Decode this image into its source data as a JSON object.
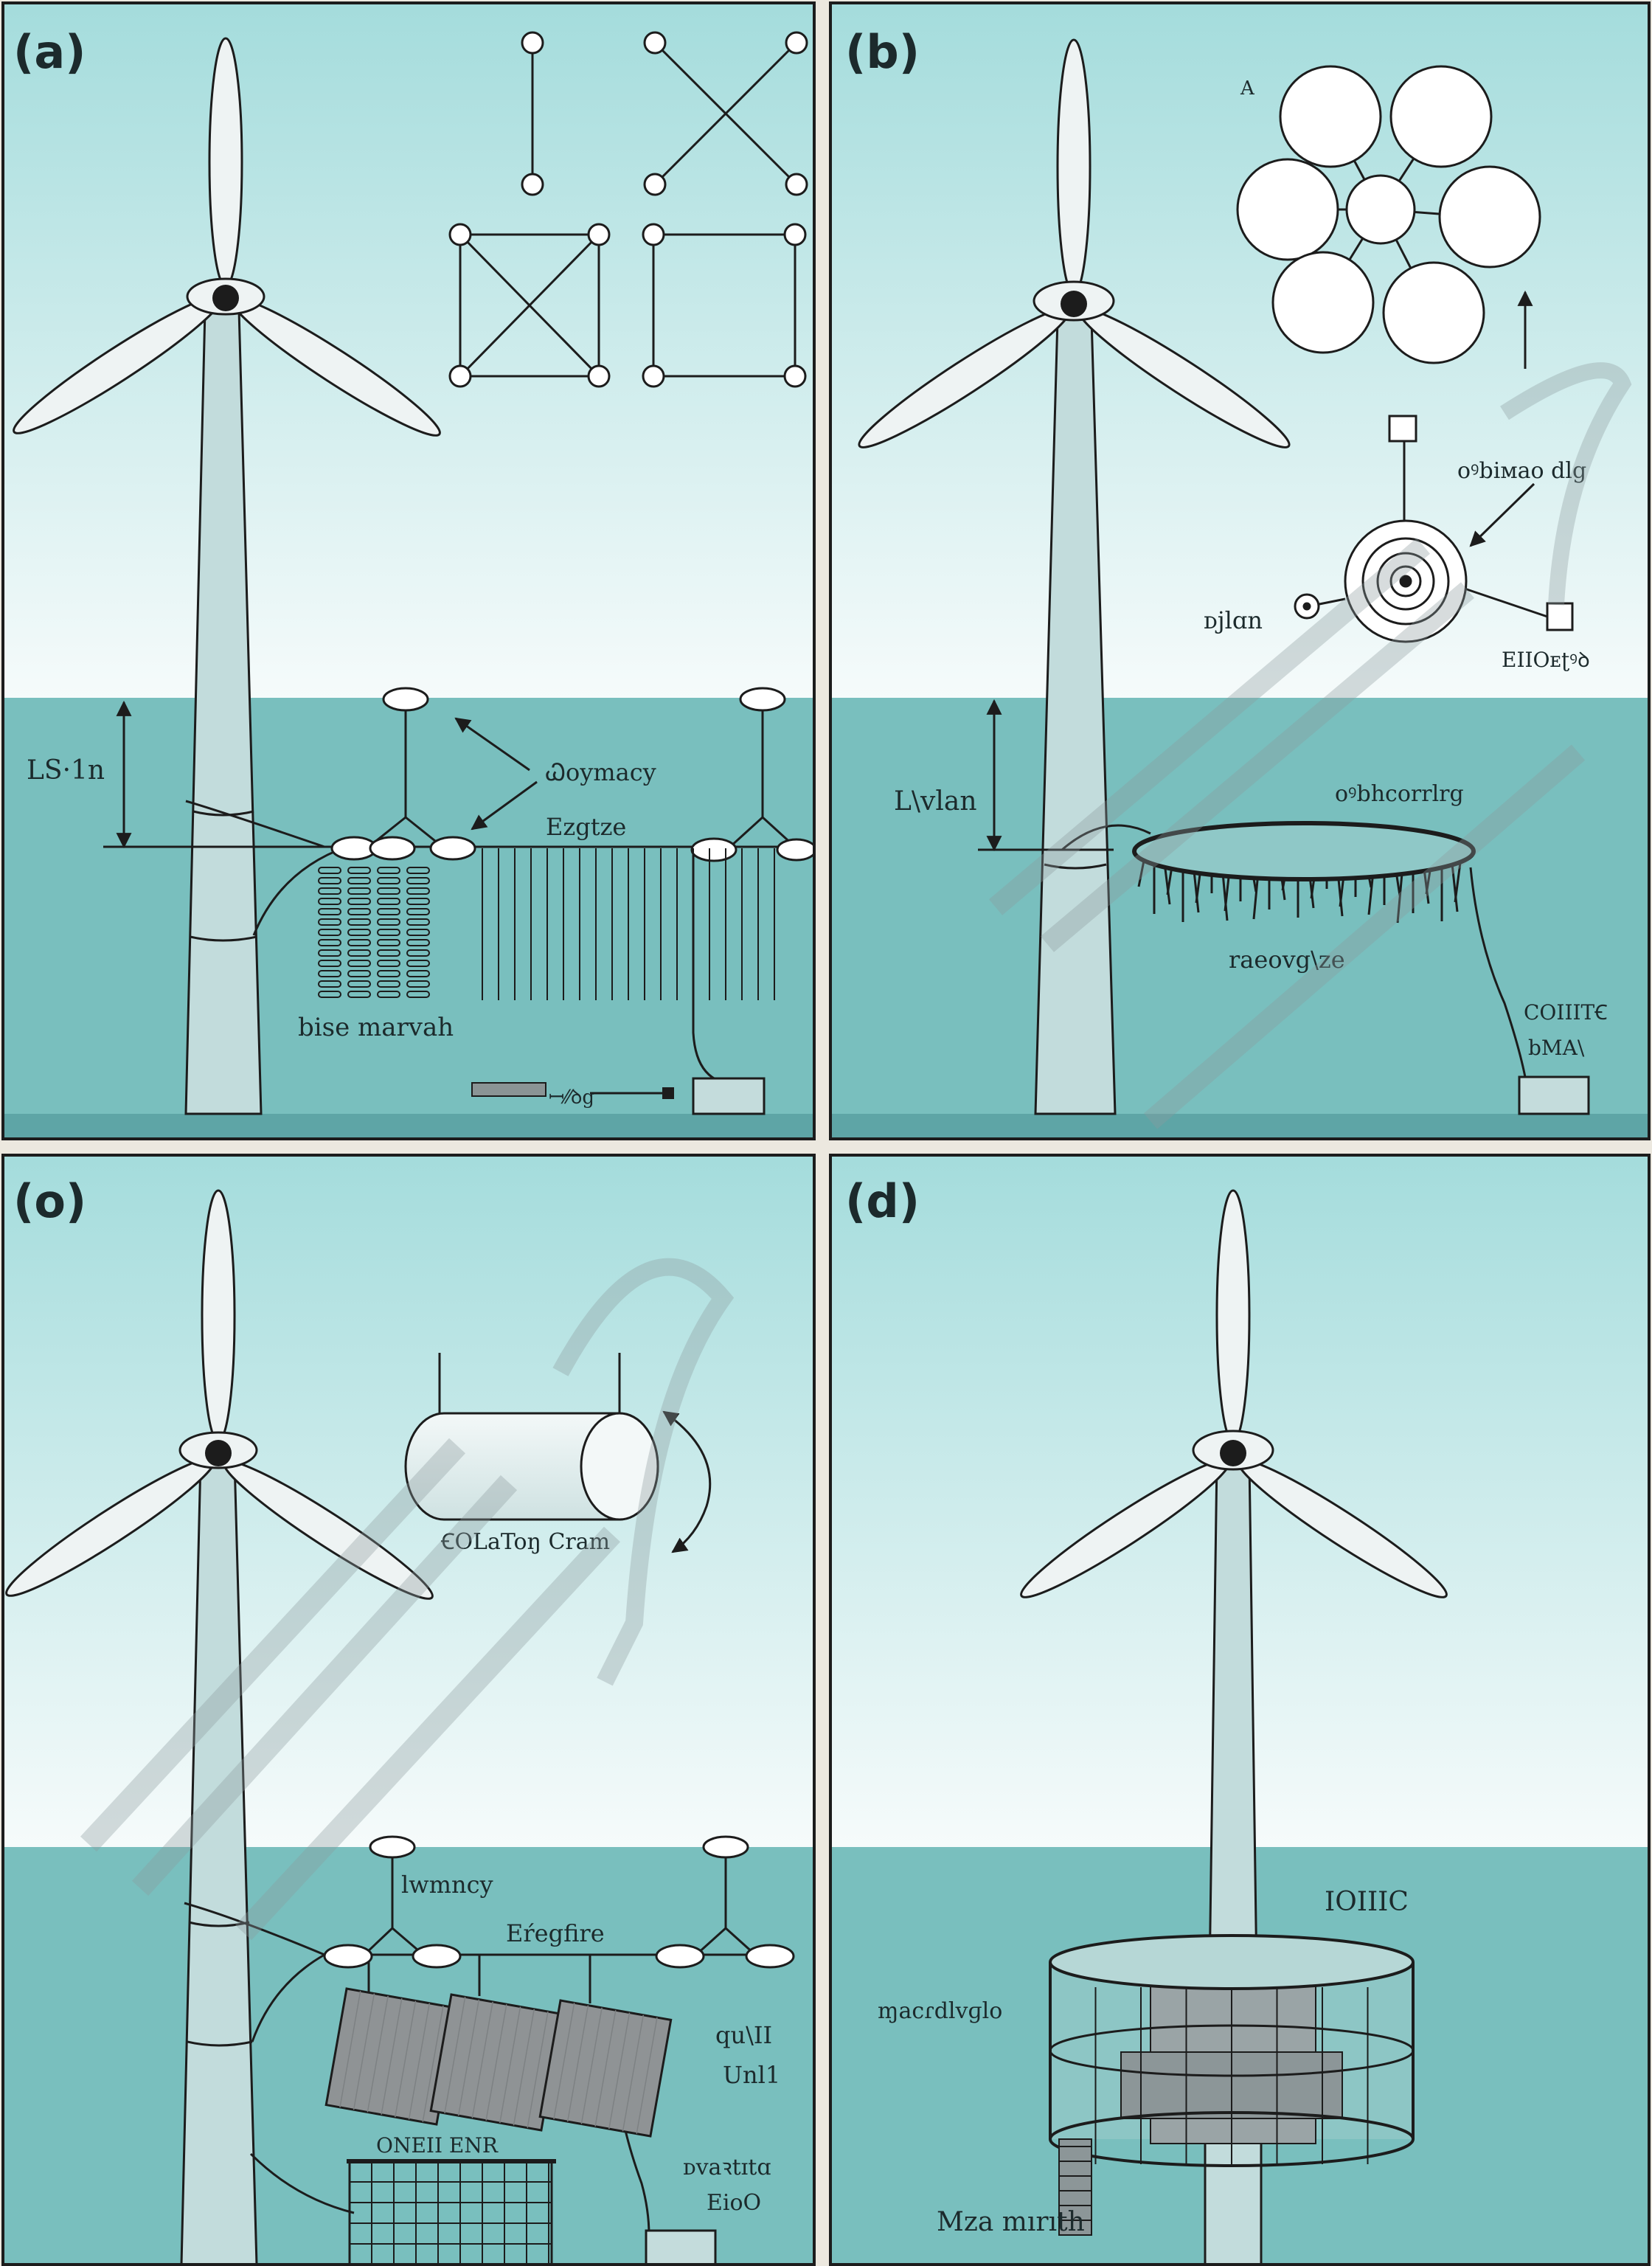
{
  "colors": {
    "sky_top": "#a4dcdc",
    "sky_bottom": "#f6fbfb",
    "sea": "#79bfbe",
    "sea_deep": "#5ea5a6",
    "tower": "#c2dcdc",
    "blade": "#eef3f3",
    "line": "#1c1c1c",
    "watermark": "#8c9c9e",
    "panel_gray": "#8f9395"
  },
  "panels": [
    {
      "label": "(a)",
      "depth_label": "LS·1n",
      "buoyancy_label": "Ꮗoymacy",
      "cable_label": "Ezgtze",
      "net_label": "bise marvah",
      "sensor_label": "ꟷ⁄⁄ꝺg"
    },
    {
      "label": "(b)",
      "top_letter": "A",
      "ring_label": "oꝰbiᴍao dlg",
      "left_node_label": "ᴅjlɑn",
      "right_node_label": "EIIOᴇʈꝰꝺ",
      "depth_label": "L\\vlan",
      "cage_label": "oꝰbhcorrlrg",
      "cage_sub_label": "raeovg\\ze",
      "control_label_1": "COIIITꞒ",
      "control_label_2": "bMA\\"
    },
    {
      "label": "(o)",
      "cylinder_label": "ꞒOLaToŋ Cram",
      "buoyancy_label": "lᴡmncy",
      "cable_label": "Eŕegfire",
      "module_label_1": "qu\\II",
      "module_label_2": "Unl1",
      "grid_label": "ONEII ENR",
      "box_label_1": "ᴅvaꝛtɪtɑ",
      "box_label_2": "EioO"
    },
    {
      "label": "(d)",
      "top_label": "IOIIIC",
      "side_label": "ɱacɾdlvɡlo",
      "bottom_label": "Mza mırıth"
    }
  ]
}
